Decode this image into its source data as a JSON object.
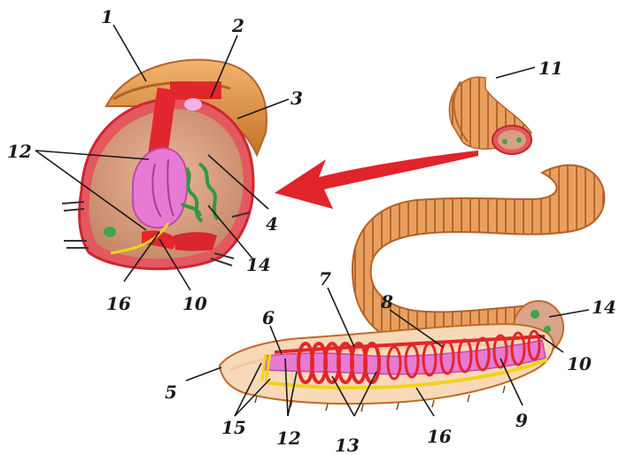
{
  "labels": {
    "l1": "1",
    "l2": "2",
    "l3": "3",
    "l4": "4",
    "l5": "5",
    "l6": "6",
    "l7": "7",
    "l8": "8",
    "l9": "9",
    "l10a": "10",
    "l10b": "10",
    "l11": "11",
    "l12a": "12",
    "l12b": "12",
    "l13": "13",
    "l14a": "14",
    "l14b": "14",
    "l15": "15",
    "l16a": "16",
    "l16b": "16"
  },
  "colors": {
    "skin": "#e8a060",
    "skin_dark": "#c06a2a",
    "cavity": "#d9a48a",
    "muscle_red": "#e2262d",
    "intestine_pink": "#e77ad2",
    "nephridia_green": "#3aa84a",
    "nerve_yellow": "#f2d21b",
    "arrow_red": "#e0242a"
  }
}
